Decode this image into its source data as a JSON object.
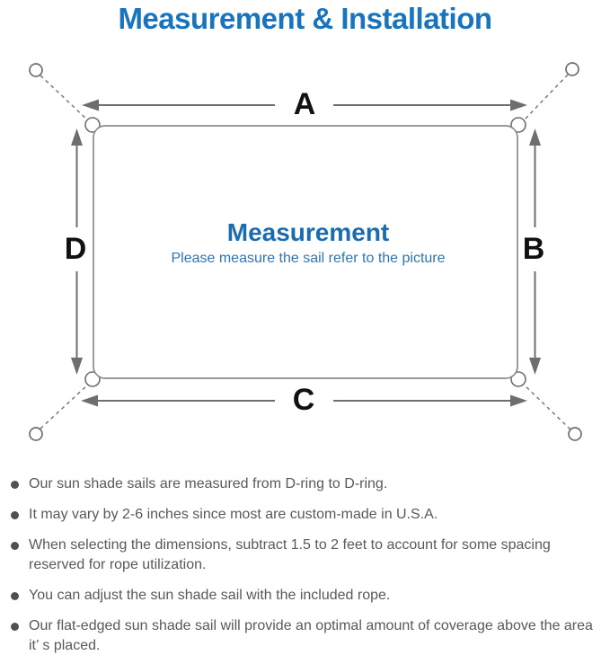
{
  "page": {
    "title": "Measurement & Installation"
  },
  "diagram": {
    "labels": {
      "top": "A",
      "right": "B",
      "bottom": "C",
      "left": "D"
    },
    "center": {
      "title": "Measurement",
      "subtitle": "Please measure the sail refer to the picture"
    },
    "colors": {
      "title_blue": "#1874bc",
      "center_title_blue": "#1a6cb0",
      "subtitle_blue": "#2e75b6",
      "outline_gray": "#8c8c8c",
      "arrow_gray": "#6e6e6e",
      "rope_gray": "#808080",
      "note_text_gray": "#58595b",
      "label_black": "#111111"
    }
  },
  "notes": {
    "items": [
      "Our sun shade sails are measured from D-ring to D-ring.",
      "It may vary by 2-6 inches since most are custom-made in U.S.A.",
      "When selecting the dimensions, subtract 1.5 to 2 feet to account for some spacing reserved for rope utilization.",
      "You can adjust the sun shade sail with the included rope.",
      "Our flat-edged sun shade sail will provide an optimal amount of coverage above the area it’ s placed."
    ]
  }
}
